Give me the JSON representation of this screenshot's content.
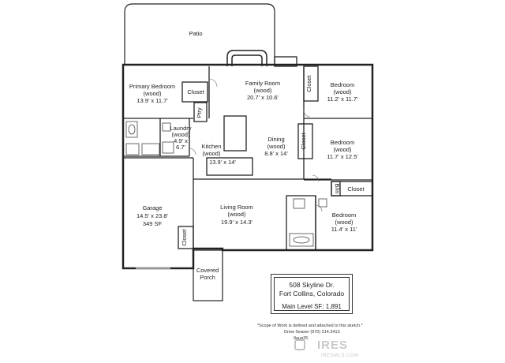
{
  "rooms": {
    "patio": "Patio",
    "primary_bedroom": [
      "Primary Bedroom",
      "(wood)",
      "13.9' x 11.7'"
    ],
    "closet_primary": "Closet",
    "pantry": "Ptry",
    "family_room": [
      "Family Room",
      "(wood)",
      "20.7' x 10.6'"
    ],
    "closet_east_top": "Closet",
    "bedroom_1": [
      "Bedroom",
      "(wood)",
      "11.2' x 11.7'"
    ],
    "laundry": [
      "Laundry",
      "(wood)",
      "4.9' x",
      "6.7'"
    ],
    "kitchen": [
      "Kitchen",
      "(wood)",
      "13.9' x 14'"
    ],
    "dining": [
      "Dining",
      "(wood)",
      "8.8' x 14'"
    ],
    "closet_east_mid": "Closet",
    "bedroom_2": [
      "Bedroom",
      "(wood)",
      "11.7' x 12.5'"
    ],
    "built_in": "B/in",
    "closet_east_low": "Closet",
    "garage": [
      "Garage",
      "14.5' x 23.8'",
      "349 SF"
    ],
    "living_room": [
      "Living Room",
      "(wood)",
      "19.9' x 14.3'"
    ],
    "bedroom_3": [
      "Bedroom",
      "(wood)",
      "11.4' x 11'"
    ],
    "closet_garage": "Closet",
    "covered_porch": [
      "Covered",
      "Porch"
    ]
  },
  "title_block": {
    "address_line1": "508 Skyline Dr.",
    "address_line2": "Fort Collins, Colorado",
    "main_level": "Main Level SF: 1,891"
  },
  "footer": {
    "scope_note": "*Scope of Work is defined and attached to this sketch.*",
    "drawn_by": "Drew Seaser     (970) 214.3413",
    "code": "9aug25"
  },
  "watermark": {
    "brand": "IRES",
    "sub": "IRESMLS.COM"
  },
  "colors": {
    "wall": "#222222",
    "fixture": "#444444",
    "watermark": "#c9c9c9"
  },
  "icons": [
    "fireplace-icon",
    "logo-icon"
  ]
}
